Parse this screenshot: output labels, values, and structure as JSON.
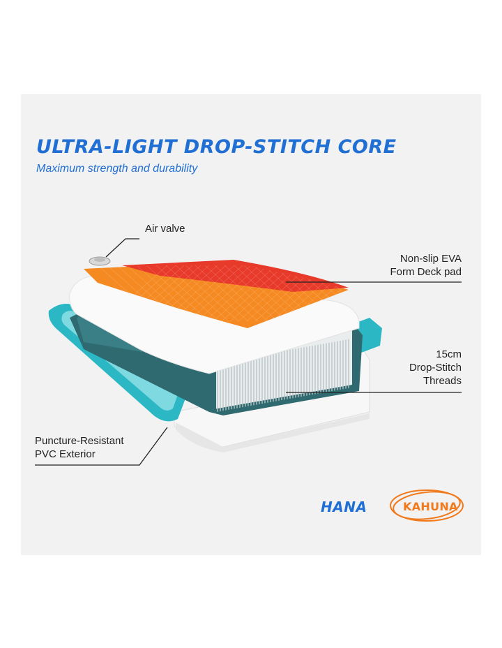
{
  "header": {
    "title": "ULTRA-LIGHT DROP-STITCH CORE",
    "subtitle": "Maximum strength and durability"
  },
  "callouts": {
    "air_valve": "Air valve",
    "deck_pad": [
      "Non-slip EVA",
      "Form Deck pad"
    ],
    "threads": [
      "15cm",
      "Drop-Stitch",
      "Threads"
    ],
    "exterior": [
      "Puncture-Resistant",
      "PVC Exterior"
    ]
  },
  "brand": {
    "hana": "HANA",
    "kahuna": "KAHUNA"
  },
  "colors": {
    "accent_blue": "#1f6fd4",
    "brand_orange": "#f07a1c",
    "deck_orange": "#f58a22",
    "deck_red": "#e83a2a",
    "rail_teal": "#2bb8c4",
    "core_teal": "#2e6a70"
  }
}
